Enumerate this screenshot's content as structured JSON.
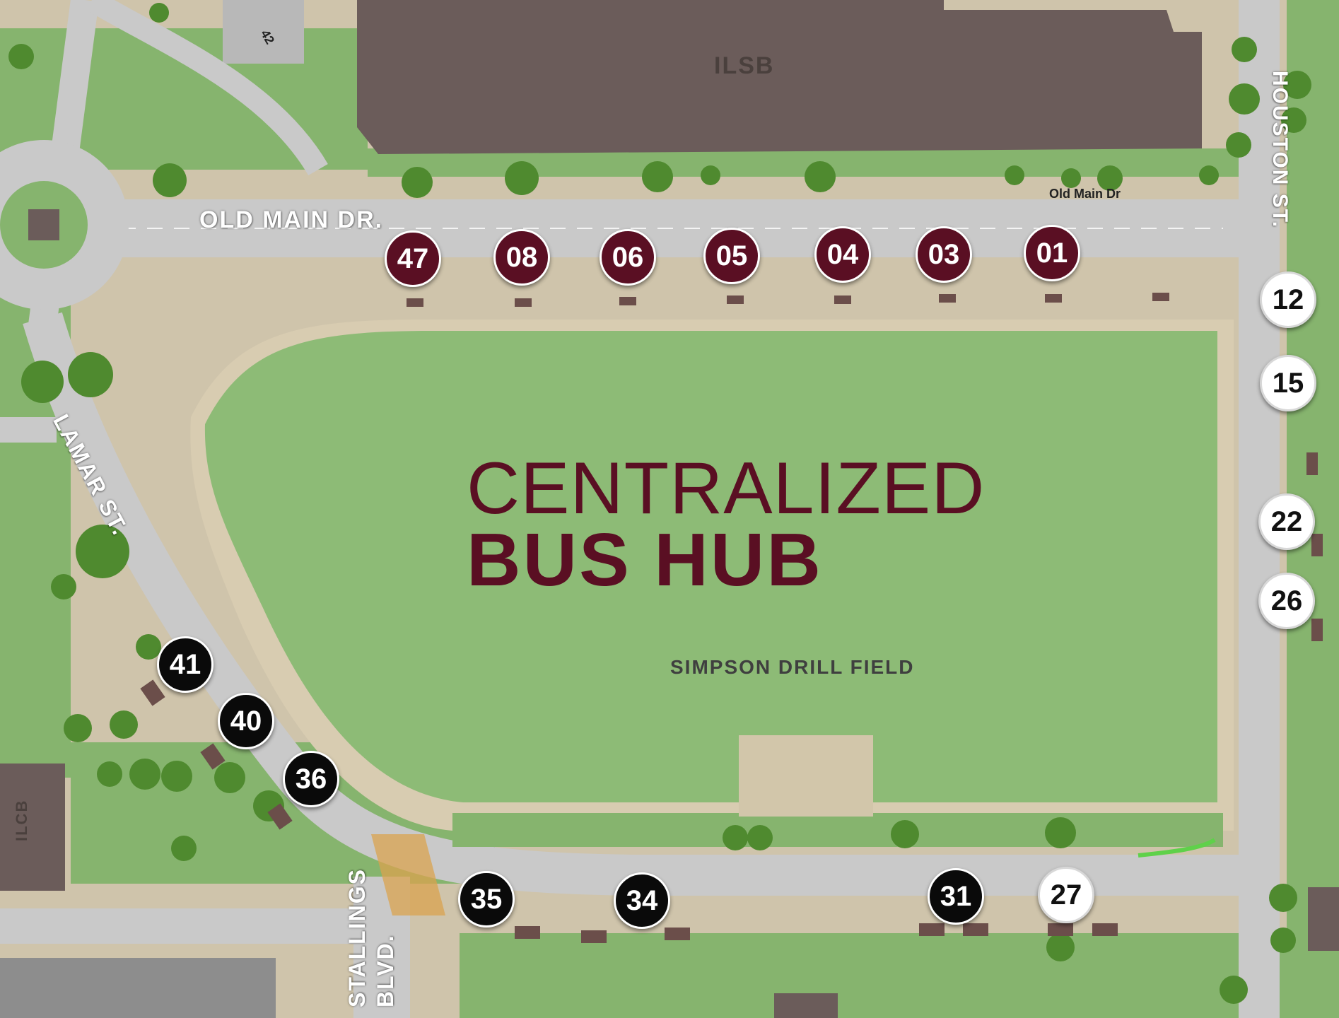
{
  "hub": {
    "line1": "CENTRALIZED",
    "line2": "BUS HUB"
  },
  "streets": {
    "old_main_dr": "OLD MAIN DR.",
    "old_main_dr_small": "Old Main Dr",
    "houston_st": "HOUSTON ST.",
    "lamar_st": "LAMAR ST.",
    "stallings_line1": "STALLINGS",
    "stallings_line2": "BLVD."
  },
  "buildings": {
    "ilsb": "ILSB",
    "ilcb": "ILCB",
    "field": "SIMPSON DRILL FIELD",
    "lot_number": "42"
  },
  "stops_north": [
    "47",
    "08",
    "06",
    "05",
    "04",
    "03",
    "01"
  ],
  "stops_east": [
    "12",
    "15",
    "22",
    "26"
  ],
  "stops_west": [
    "41",
    "40",
    "36"
  ],
  "stops_south": [
    "35",
    "34",
    "31",
    "27"
  ],
  "colors": {
    "maroon": "#5a0f23",
    "road": "#c9c9c9",
    "grass": "#86b46e",
    "field": "#8dbb76",
    "sidewalk": "#d8ccb1",
    "building": "#6b5c5a"
  }
}
